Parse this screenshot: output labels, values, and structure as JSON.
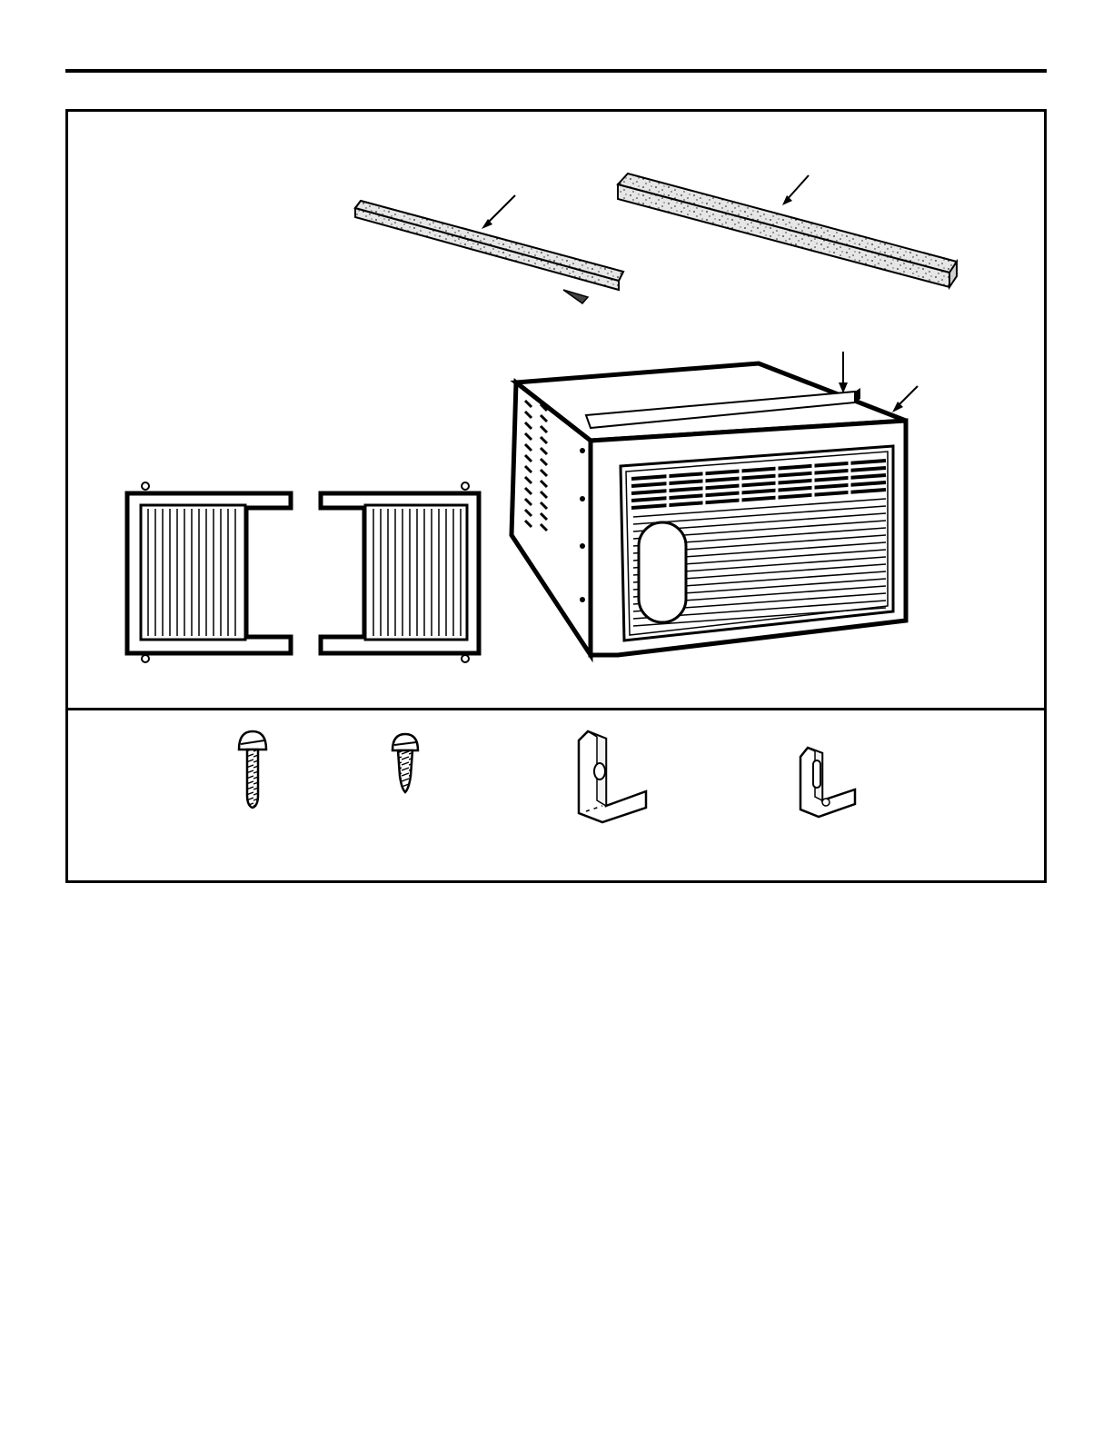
{
  "document": {
    "type": "installation-parts-illustration",
    "parts": [
      {
        "name": "short-foam-strip",
        "icon": "foam-strip-icon"
      },
      {
        "name": "long-foam-strip",
        "icon": "foam-strip-icon"
      },
      {
        "name": "left-side-curtain",
        "icon": "accordion-panel-icon"
      },
      {
        "name": "right-side-curtain",
        "icon": "accordion-panel-icon"
      },
      {
        "name": "air-conditioner-unit",
        "icon": "air-conditioner-icon"
      },
      {
        "name": "long-screw",
        "icon": "screw-icon"
      },
      {
        "name": "short-screw",
        "icon": "screw-icon"
      },
      {
        "name": "large-l-bracket",
        "icon": "bracket-icon"
      },
      {
        "name": "small-l-bracket",
        "icon": "bracket-icon"
      }
    ],
    "colors": {
      "ink": "#000000",
      "paper": "#ffffff",
      "foam": "#dcdcdc"
    }
  }
}
